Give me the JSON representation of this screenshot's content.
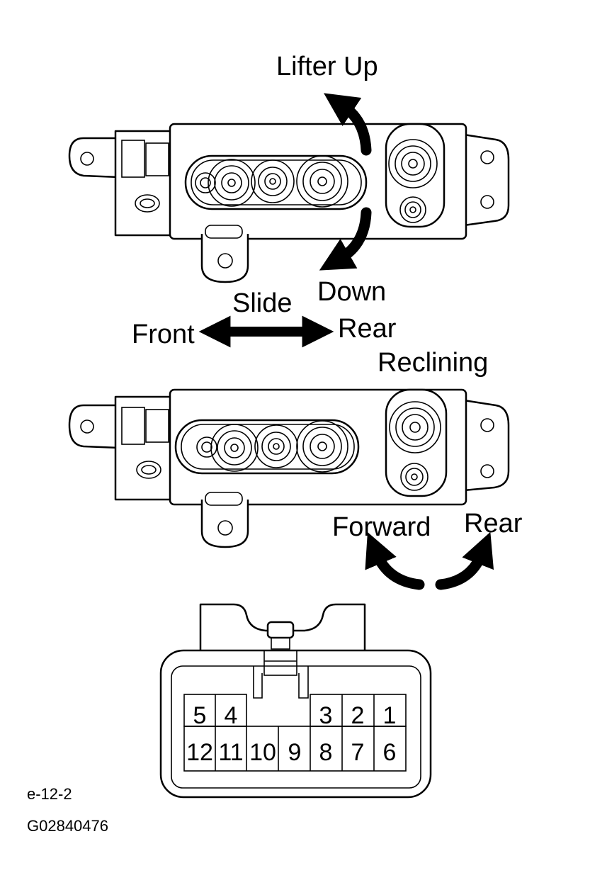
{
  "labels": {
    "lifter_up": "Lifter Up",
    "down": "Down",
    "slide": "Slide",
    "front": "Front",
    "rear_slide": "Rear",
    "reclining": "Reclining",
    "forward": "Forward",
    "rear_reclining": "Rear"
  },
  "connector": {
    "top_row": [
      "5",
      "4",
      "3",
      "2",
      "1"
    ],
    "bottom_row": [
      "12",
      "11",
      "10",
      "9",
      "8",
      "7",
      "6"
    ]
  },
  "captions": {
    "figure_code": "e-12-2",
    "graphic_id": "G02840476"
  }
}
